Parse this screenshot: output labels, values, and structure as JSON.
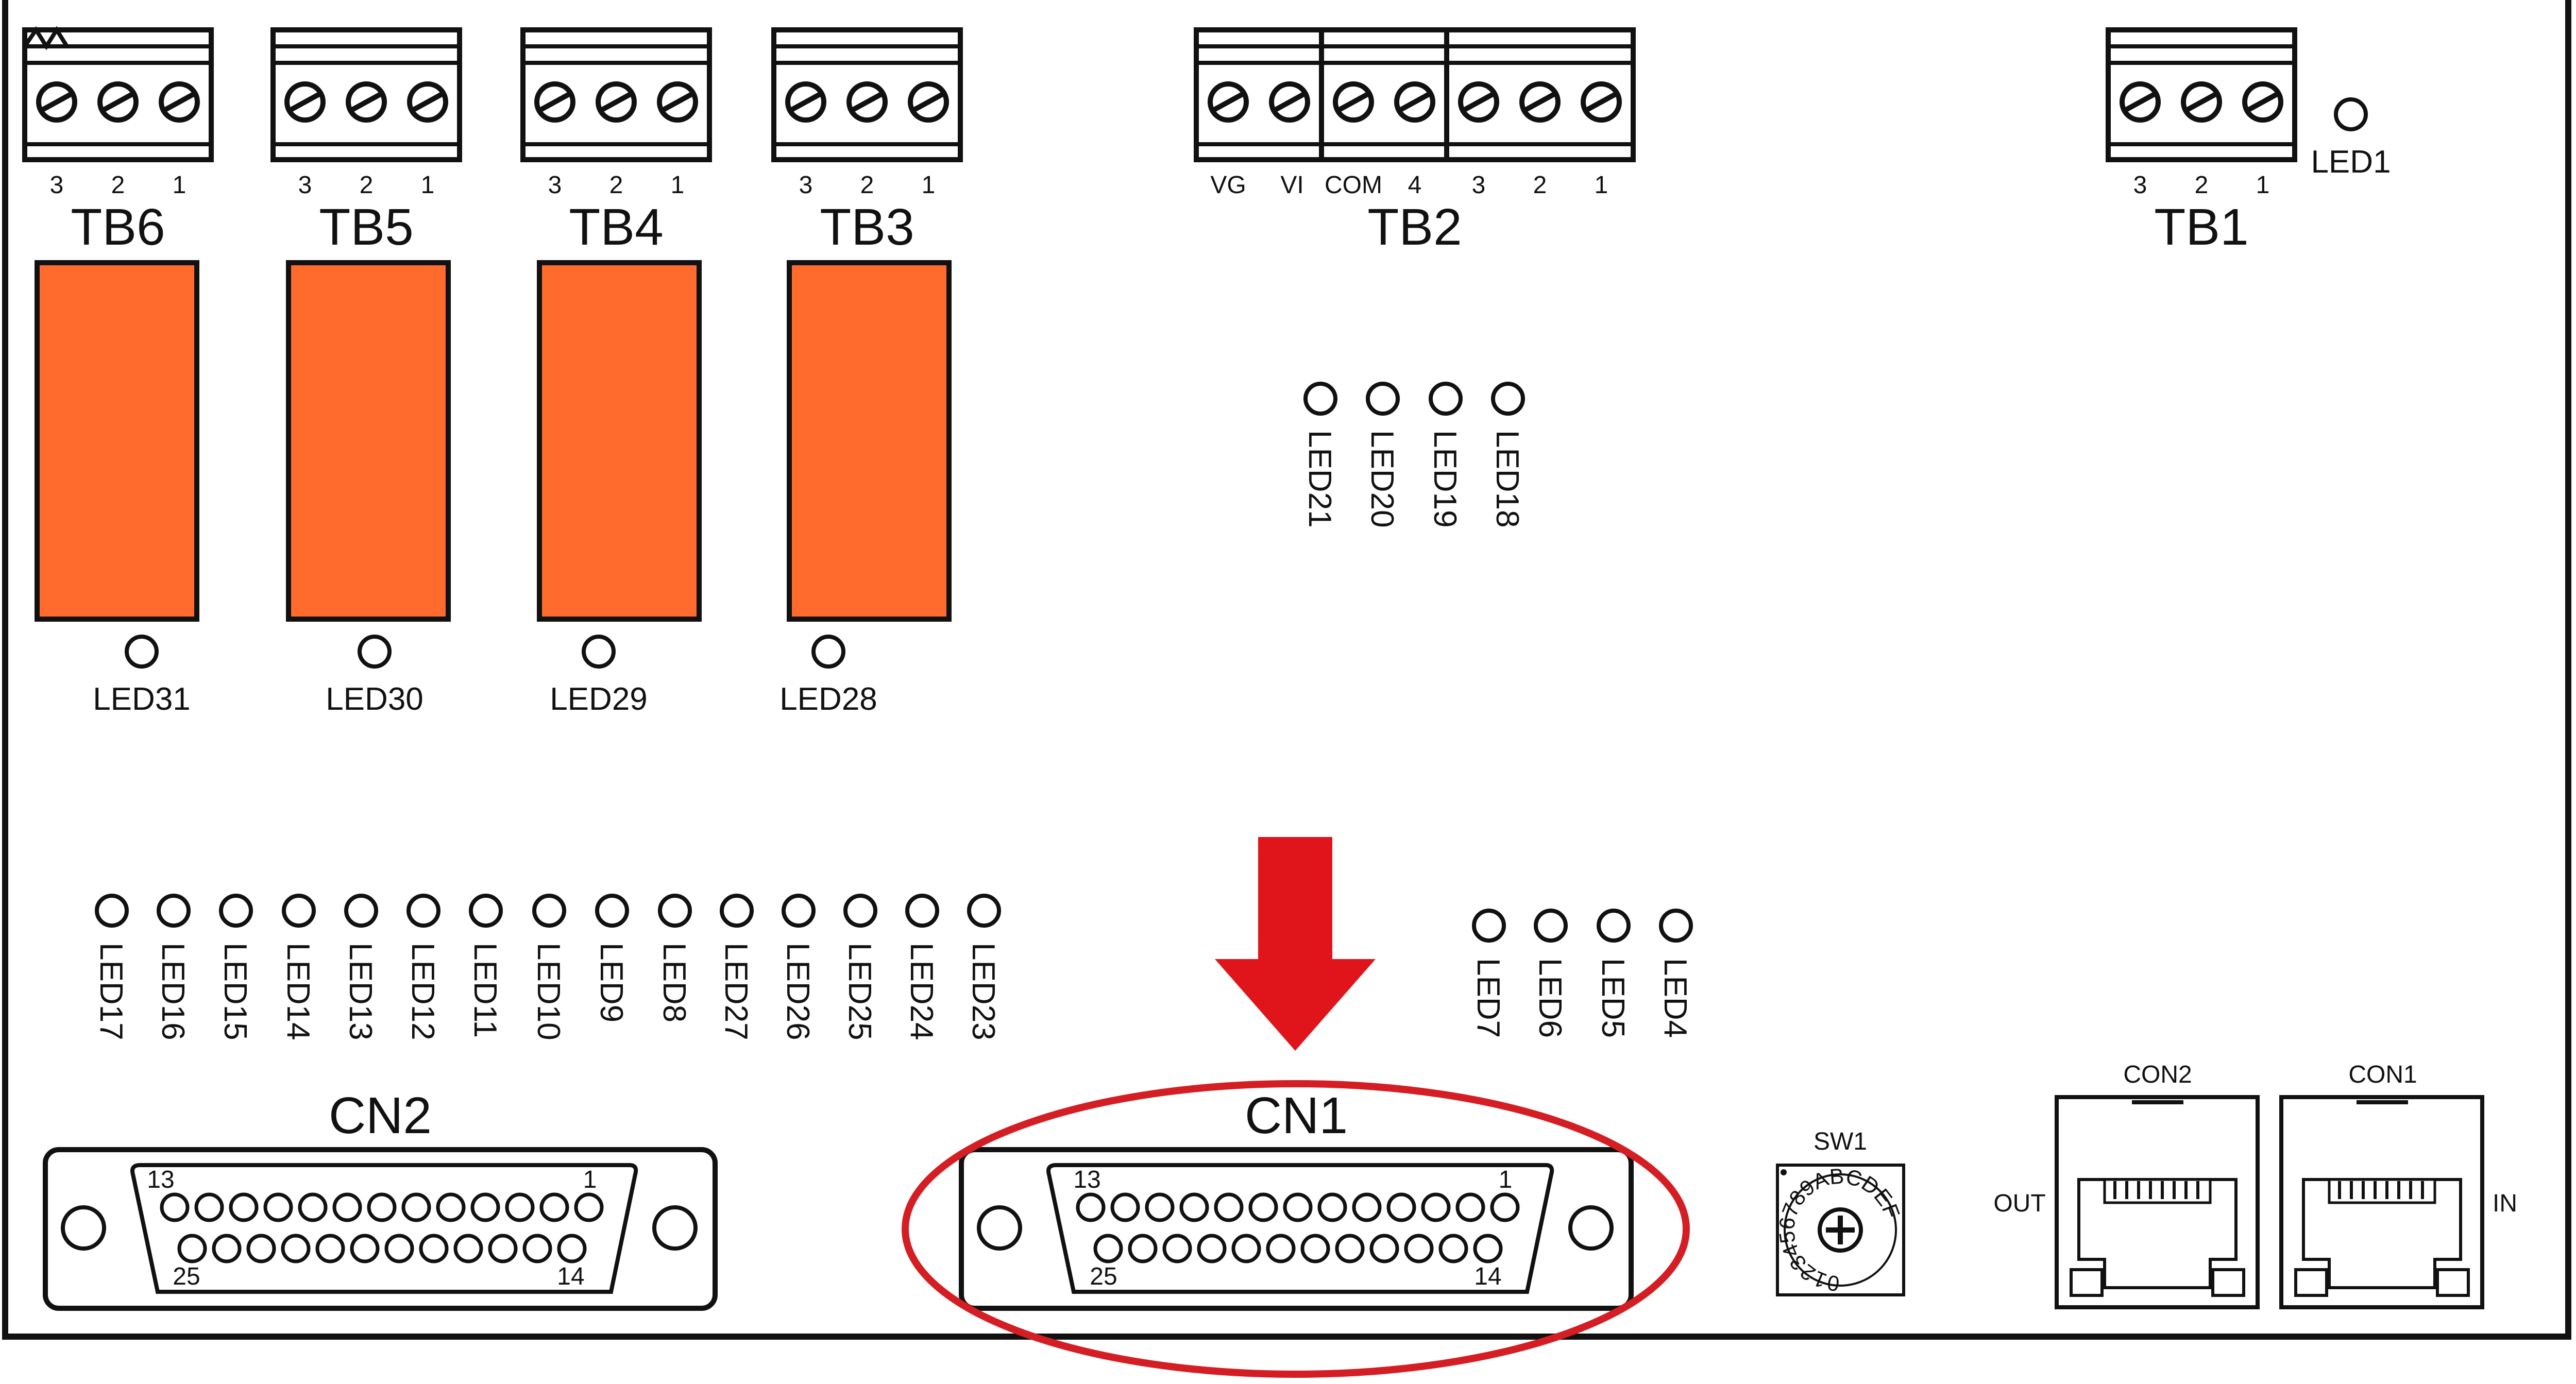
{
  "colors": {
    "relay": "#ff6b2c",
    "arrow": "#e0151b",
    "highlight": "#d41e24",
    "outline": "#111111"
  },
  "terminal_blocks": [
    {
      "label": "TB6",
      "pins": [
        "3",
        "2",
        "1"
      ]
    },
    {
      "label": "TB5",
      "pins": [
        "3",
        "2",
        "1"
      ]
    },
    {
      "label": "TB4",
      "pins": [
        "3",
        "2",
        "1"
      ]
    },
    {
      "label": "TB3",
      "pins": [
        "3",
        "2",
        "1"
      ]
    },
    {
      "label": "TB2",
      "pins": [
        "VG",
        "VI",
        "COM",
        "4",
        "3",
        "2",
        "1"
      ]
    },
    {
      "label": "TB1",
      "pins": [
        "3",
        "2",
        "1"
      ]
    }
  ],
  "relay_leds": [
    "LED31",
    "LED30",
    "LED29",
    "LED28"
  ],
  "led_tb1": "LED1",
  "led_group_input": [
    "LED21",
    "LED20",
    "LED19",
    "LED18"
  ],
  "led_group_cn2": [
    "LED17",
    "LED16",
    "LED15",
    "LED14",
    "LED13",
    "LED12",
    "LED11",
    "LED10",
    "LED9",
    "LED8",
    "LED27",
    "LED26",
    "LED25",
    "LED24",
    "LED23"
  ],
  "led_group_cn1": [
    "LED7",
    "LED6",
    "LED5",
    "LED4"
  ],
  "connectors": [
    {
      "label": "CN2",
      "pin_top_left": "13",
      "pin_top_right": "1",
      "pin_bottom_left": "25",
      "pin_bottom_right": "14"
    },
    {
      "label": "CN1",
      "pin_top_left": "13",
      "pin_top_right": "1",
      "pin_bottom_left": "25",
      "pin_bottom_right": "14"
    }
  ],
  "switch": {
    "label": "SW1",
    "dial_chars": "0123456789ABCDEF"
  },
  "rj45": [
    {
      "label": "CON2",
      "side_label": "OUT"
    },
    {
      "label": "CON1",
      "side_label": "IN"
    }
  ]
}
